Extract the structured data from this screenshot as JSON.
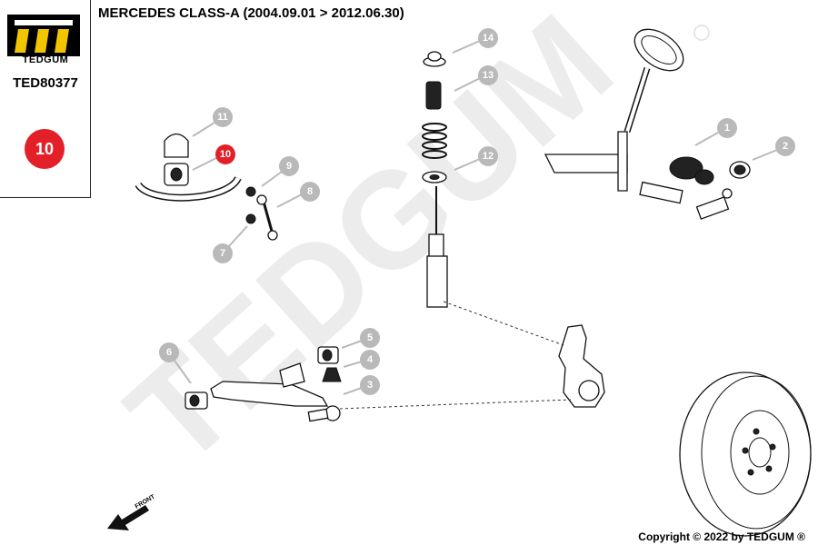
{
  "brand": "TEDGUM",
  "part_number": "TED80377",
  "highlighted_callout": "10",
  "title": "MERCEDES CLASS-A (2004.09.01 > 2012.06.30)",
  "copyright": "Copyright © 2022 by TEDGUM ®",
  "watermark": "TEDGUM",
  "front_label": "FRONT",
  "callouts": [
    "1",
    "2",
    "3",
    "4",
    "5",
    "6",
    "7",
    "8",
    "9",
    "10",
    "11",
    "12",
    "13",
    "14"
  ],
  "colors": {
    "highlight": "#e3202a",
    "callout": "#b9b9b9",
    "watermark": "#ececec"
  }
}
